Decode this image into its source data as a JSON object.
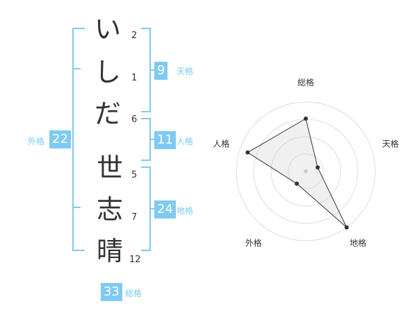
{
  "chars": [
    {
      "char": "い",
      "strokes": "2"
    },
    {
      "char": "し",
      "strokes": "1"
    },
    {
      "char": "だ",
      "strokes": "6"
    },
    {
      "char": "世",
      "strokes": "5"
    },
    {
      "char": "志",
      "strokes": "7"
    },
    {
      "char": "晴",
      "strokes": "12"
    }
  ],
  "fortunes": {
    "tenkaku": {
      "value": "9",
      "label": "天格"
    },
    "jinkaku": {
      "value": "11",
      "label": "人格"
    },
    "chikaku": {
      "value": "24",
      "label": "地格"
    },
    "gaikaku": {
      "value": "22",
      "label": "外格"
    },
    "soukaku": {
      "value": "33",
      "label": "総格"
    }
  },
  "colors": {
    "accent": "#7fcaf3",
    "text": "#333333"
  },
  "chart_data": {
    "type": "radar",
    "axes": [
      "総格",
      "天格",
      "地格",
      "外格",
      "人格"
    ],
    "values": [
      33,
      9,
      24,
      22,
      11
    ],
    "levels": 4,
    "point_scale": [
      0.76,
      0.18,
      1.0,
      0.22,
      0.88
    ]
  }
}
